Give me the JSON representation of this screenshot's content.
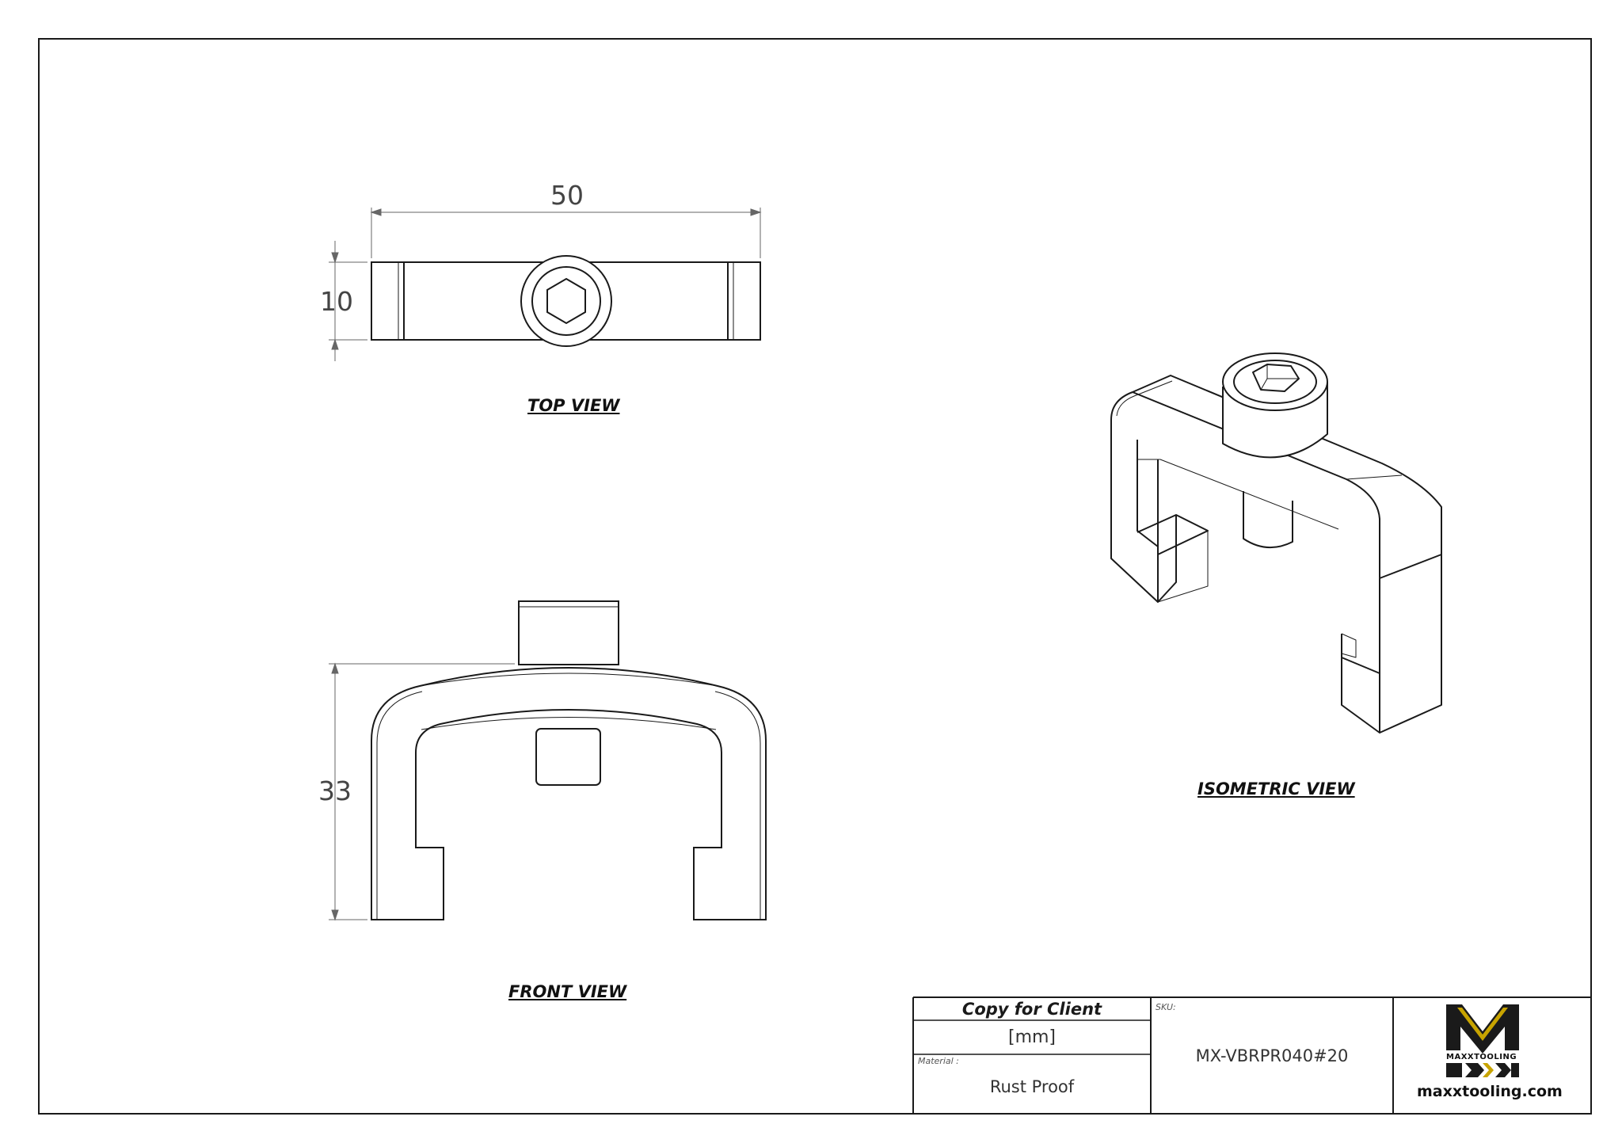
{
  "views": {
    "top": {
      "label": "TOP VIEW",
      "width_dim": "50",
      "height_dim": "10"
    },
    "front": {
      "label": "FRONT VIEW",
      "height_dim": "33"
    },
    "isometric": {
      "label": "ISOMETRIC VIEW"
    }
  },
  "title_block": {
    "copy_label": "Copy for Client",
    "units": "[mm]",
    "material_caption": "Material :",
    "material_value": "Rust Proof",
    "sku_caption": "SKU:",
    "sku_value": "MX-VBRPR040#20",
    "logo_wordmark": "MAXXTOOLING",
    "website": "maxxtooling.com"
  },
  "colors": {
    "line": "#1a1a1a",
    "dimension": "#555555",
    "logo_gold": "#c8a400"
  }
}
